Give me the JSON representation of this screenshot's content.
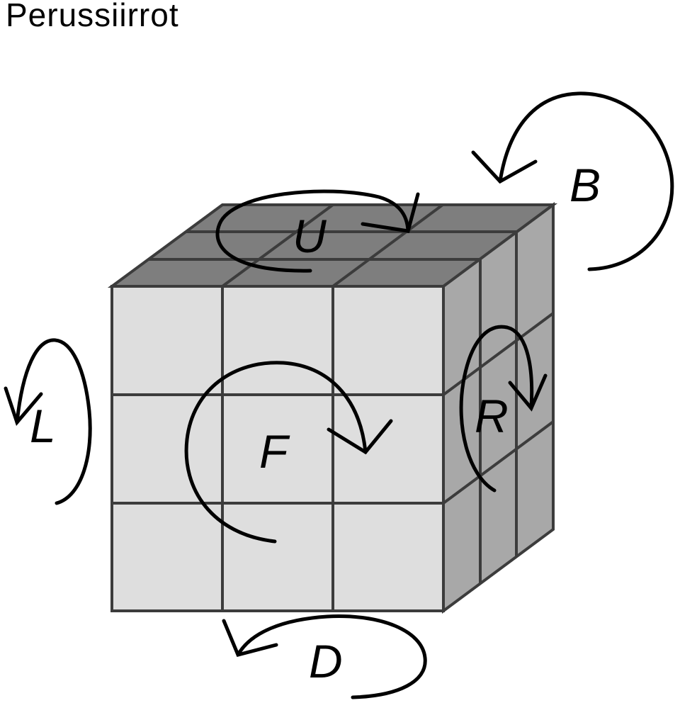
{
  "title": "Perussiirrot",
  "moves": {
    "U": "U",
    "B": "B",
    "L": "L",
    "F": "F",
    "R": "R",
    "D": "D"
  },
  "colors": {
    "front": "#dedede",
    "top": "#7e7e7e",
    "right": "#a8a8a8",
    "grid": "#3c3c3c",
    "arrow": "#000000"
  }
}
